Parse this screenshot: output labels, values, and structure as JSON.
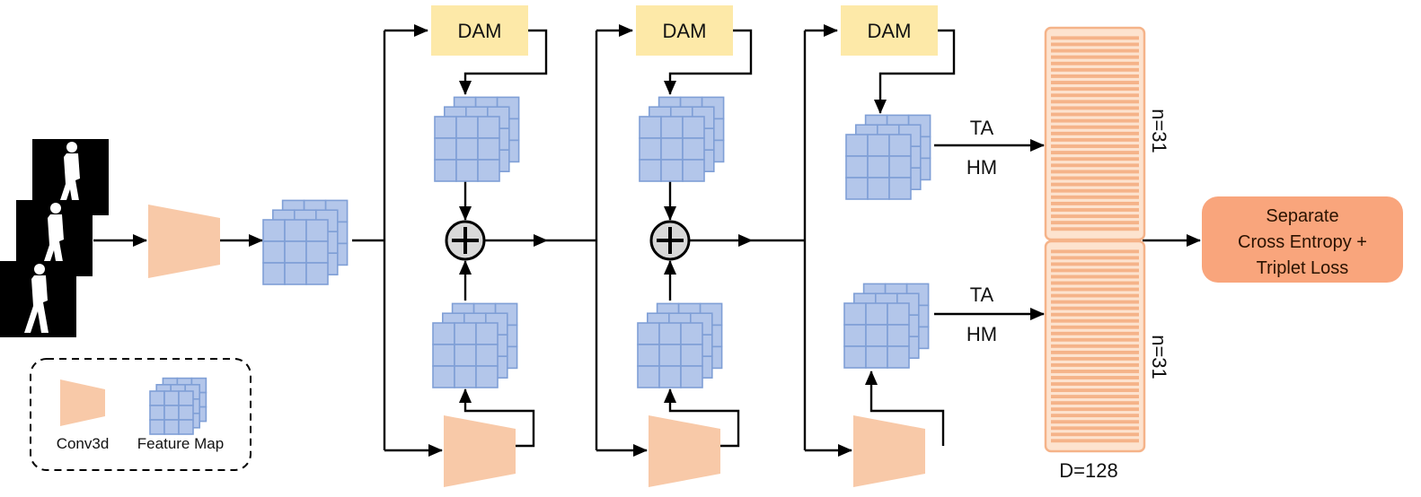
{
  "colors": {
    "conv": "#f8c9a8",
    "feature_fill": "#b3c6ea",
    "feature_stroke": "#7f9fd6",
    "dam": "#fde9a8",
    "loss": "#f9a57c",
    "bar_fill": "#fde3cf",
    "bar_line": "#f5b389",
    "line": "#000000",
    "plus_fill": "#d9d9d9"
  },
  "icons": {
    "silhouette": "walking-person-silhouette",
    "add": "circled-plus-icon"
  },
  "diagram": {
    "dam_label": "DAM",
    "ta_label": "TA",
    "hm_label": "HM",
    "bin_top_label": "n=31",
    "bin_bottom_label": "n=31",
    "dim_label": "D=128",
    "loss_lines": [
      "Separate",
      "Cross Entropy +",
      "Triplet Loss"
    ]
  },
  "legend": {
    "conv_label": "Conv3d",
    "feature_label": "Feature Map"
  }
}
